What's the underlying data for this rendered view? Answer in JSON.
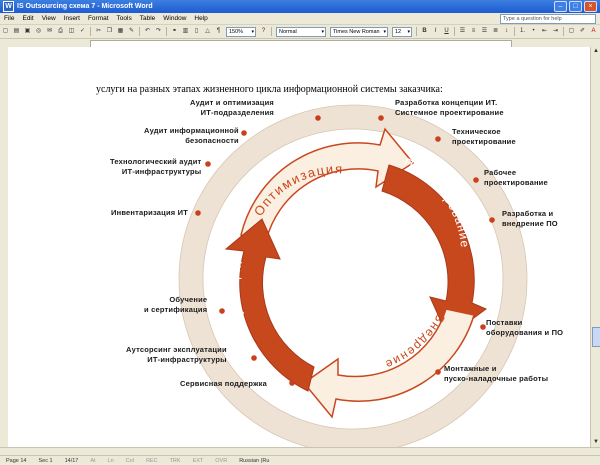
{
  "window": {
    "title": "IS Outsourcing схема 7 - Microsoft Word"
  },
  "menu": [
    "File",
    "Edit",
    "View",
    "Insert",
    "Format",
    "Tools",
    "Table",
    "Window",
    "Help"
  ],
  "ask_placeholder": "Type a question for help",
  "toolbar": {
    "zoom": "150%",
    "style": "Normal",
    "font": "Times New Roman",
    "size": "12"
  },
  "document": {
    "heading": "услуги на разных этапах жизненного цикла информационной системы заказчика:",
    "cycle": {
      "optimization": "Оптимизация",
      "design": "Проектирование",
      "implementation": "Внедрение",
      "operation": "Эксплуатация"
    },
    "left_labels": [
      "Аудит и оптимизация\nИТ-подразделения",
      "Аудит информационной\nбезопасности",
      "Технологический аудит\nИТ-инфраструктуры",
      "Инвентаризация ИТ",
      "Обучение\nи сертификация",
      "Аутсорсинг эксплуатации\nИТ-инфраструктуры",
      "Сервисная поддержка"
    ],
    "right_labels": [
      "Разработка концепции ИТ.\nСистемное проектирование",
      "Техническое\nпроектирование",
      "Рабочее\nпроектирование",
      "Разработка и\nвнедрение ПО",
      "Поставки\nоборудования и ПО",
      "Монтажные и\nпуско-наладочные работы"
    ]
  },
  "status": {
    "page": "Page 14",
    "sec": "Sec 1",
    "pages": "14/17",
    "at": "At",
    "ln": "Ln",
    "col": "Col",
    "rec": "REC",
    "trk": "TRK",
    "ext": "EXT",
    "ovr": "OVR",
    "lang": "Russian (Ru"
  },
  "colors": {
    "accent_red": "#c8481e",
    "arrow_light": "#fbefe1",
    "ring_outer": "#eee2d4",
    "dot_red": "#c8401c",
    "titlebar_blue": "#2b64d6",
    "chrome": "#ece9d8"
  }
}
